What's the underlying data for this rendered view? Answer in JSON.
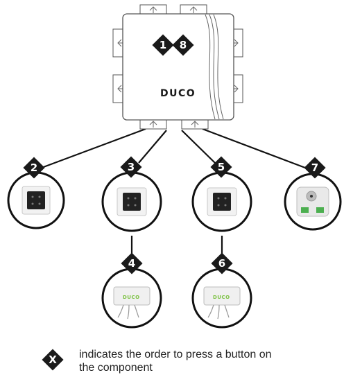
{
  "unit": {
    "brand": "DUCO",
    "badges": [
      "1",
      "8"
    ]
  },
  "components": [
    {
      "id": "2",
      "kind": "wall-control"
    },
    {
      "id": "3",
      "kind": "wall-control"
    },
    {
      "id": "5",
      "kind": "wall-control"
    },
    {
      "id": "7",
      "kind": "sensor-module"
    },
    {
      "id": "4",
      "kind": "receiver-module",
      "brand": "DUCO"
    },
    {
      "id": "6",
      "kind": "receiver-module",
      "brand": "DUCO"
    }
  ],
  "legend": {
    "symbol": "X",
    "text": "indicates the order to press a button on the component"
  },
  "colors": {
    "badge": "#1a1a1a",
    "line": "#111111",
    "accent": "#7cc242"
  }
}
